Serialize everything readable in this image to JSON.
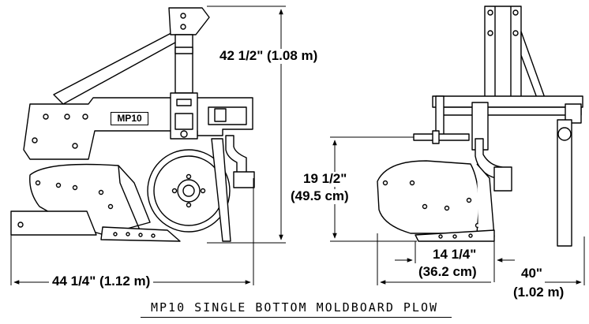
{
  "model_plate": "MP10",
  "caption": "MP10 SINGLE BOTTOM MOLDBOARD PLOW",
  "dimensions": {
    "height": "42 1/2\" (1.08 m)",
    "length": "44 1/4\" (1.12 m)",
    "hitch_height_line1": "19 1/2\"",
    "hitch_height_line2": "(49.5 cm)",
    "cut_width_line1": "14 1/4\"",
    "cut_width_line2": "(36.2 cm)",
    "rear_width_line1": "40\"",
    "rear_width_line2": "(1.02 m)"
  }
}
